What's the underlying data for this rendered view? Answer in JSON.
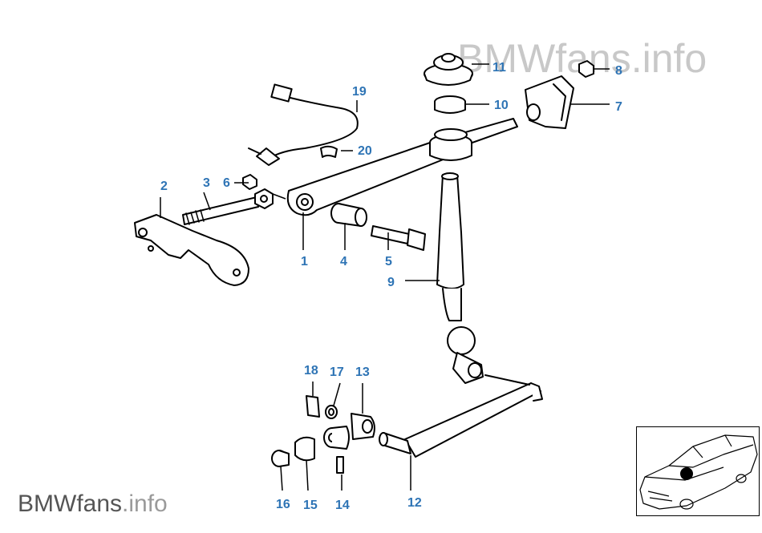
{
  "watermark": {
    "top": {
      "brand": "BMWfans",
      "suffix": ".info"
    },
    "bottom": {
      "brand": "BMWfans",
      "suffix": ".info"
    }
  },
  "colors": {
    "callout": "#2e74b5",
    "line": "#000000",
    "watermark": "#c8c8c8"
  },
  "callouts": {
    "p1": "1",
    "p2": "2",
    "p3": "3",
    "p4": "4",
    "p5": "5",
    "p6": "6",
    "p7": "7",
    "p8": "8",
    "p9": "9",
    "p10": "10",
    "p11": "11",
    "p12": "12",
    "p13": "13",
    "p14": "14",
    "p15": "15",
    "p16": "16",
    "p17": "17",
    "p18": "18",
    "p19": "19",
    "p20": "20"
  },
  "inset": {
    "icon": "car-location-icon"
  }
}
